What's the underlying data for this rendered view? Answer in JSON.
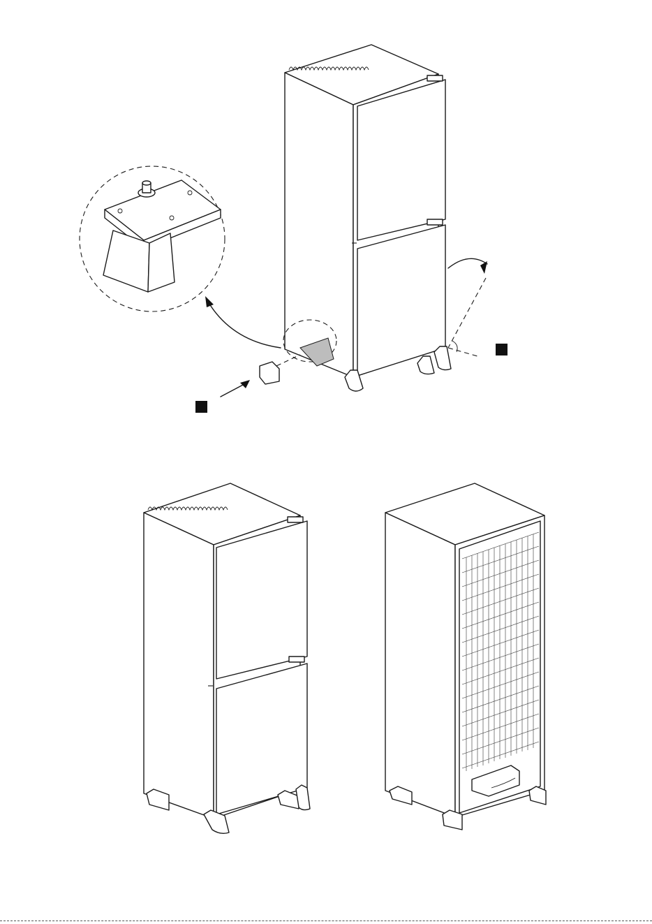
{
  "figure": {
    "panels": [
      {
        "id": "top",
        "content": "door-hinge-and-foot-detail"
      },
      {
        "id": "bottom-left",
        "content": "fridge-front-view"
      },
      {
        "id": "bottom-right",
        "content": "fridge-rear-view"
      }
    ],
    "step_markers": [
      "",
      ""
    ],
    "colors": {
      "line": "#1a1a1a",
      "marker": "#111111",
      "background": "#ffffff"
    }
  }
}
